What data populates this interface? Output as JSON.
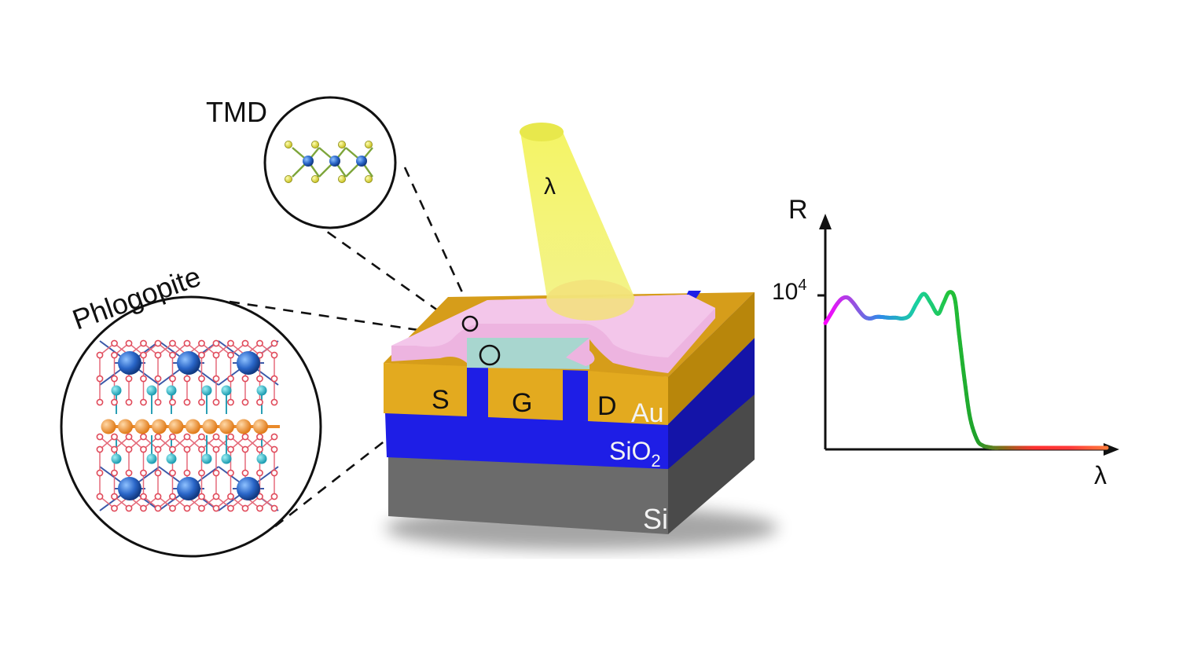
{
  "labels": {
    "tmd": "TMD",
    "phlogopite": "Phlogopite",
    "lambda_beam": "λ",
    "source": "S",
    "gate": "G",
    "drain": "D",
    "au": "Au",
    "sio2_base": "SiO",
    "sio2_sub": "2",
    "si": "Si"
  },
  "colors": {
    "gold": "#E3AA1F",
    "gold_dark": "#B8860B",
    "sio2": "#1E1EE6",
    "sio2_dark": "#1414A8",
    "si": "#6B6B6B",
    "si_dark": "#4A4A4A",
    "pink": "#EDB4E0",
    "gate_dielectric": "#A8D6CF",
    "beam": "#F2F25A"
  },
  "chart_data": {
    "type": "line",
    "ylabel": "R",
    "xlabel": "λ",
    "y_tick_base": "10",
    "y_tick_exp": "4",
    "x": [
      0,
      4,
      8,
      12,
      16,
      20,
      24,
      28,
      32,
      36,
      40,
      45,
      50,
      55,
      60,
      65,
      70,
      75,
      80,
      84,
      88,
      92,
      95,
      99,
      103,
      108,
      112,
      116,
      120,
      124,
      128,
      132,
      136,
      140,
      145,
      150,
      155,
      160,
      165,
      170,
      175,
      180,
      185,
      190,
      196,
      200
    ],
    "y": [
      0.82,
      0.88,
      0.94,
      0.98,
      0.985,
      0.95,
      0.9,
      0.86,
      0.85,
      0.86,
      0.86,
      0.855,
      0.855,
      0.85,
      0.87,
      0.95,
      1.01,
      0.95,
      0.88,
      0.95,
      1.02,
      0.98,
      0.75,
      0.45,
      0.2,
      0.06,
      0.025,
      0.015,
      0.01,
      0.01,
      0.01,
      0.01,
      0.01,
      0.01,
      0.01,
      0.01,
      0.01,
      0.01,
      0.01,
      0.01,
      0.01,
      0.01,
      0.01,
      0.01,
      0.01,
      0.01
    ],
    "color_stops": [
      "#FF00FF",
      "#9B4FE0",
      "#2E8BE8",
      "#19D1A0",
      "#22C43A",
      "#1FA02A",
      "#8A6A1A",
      "#FF3030",
      "#FF3A3A",
      "#FF7A3A"
    ]
  }
}
